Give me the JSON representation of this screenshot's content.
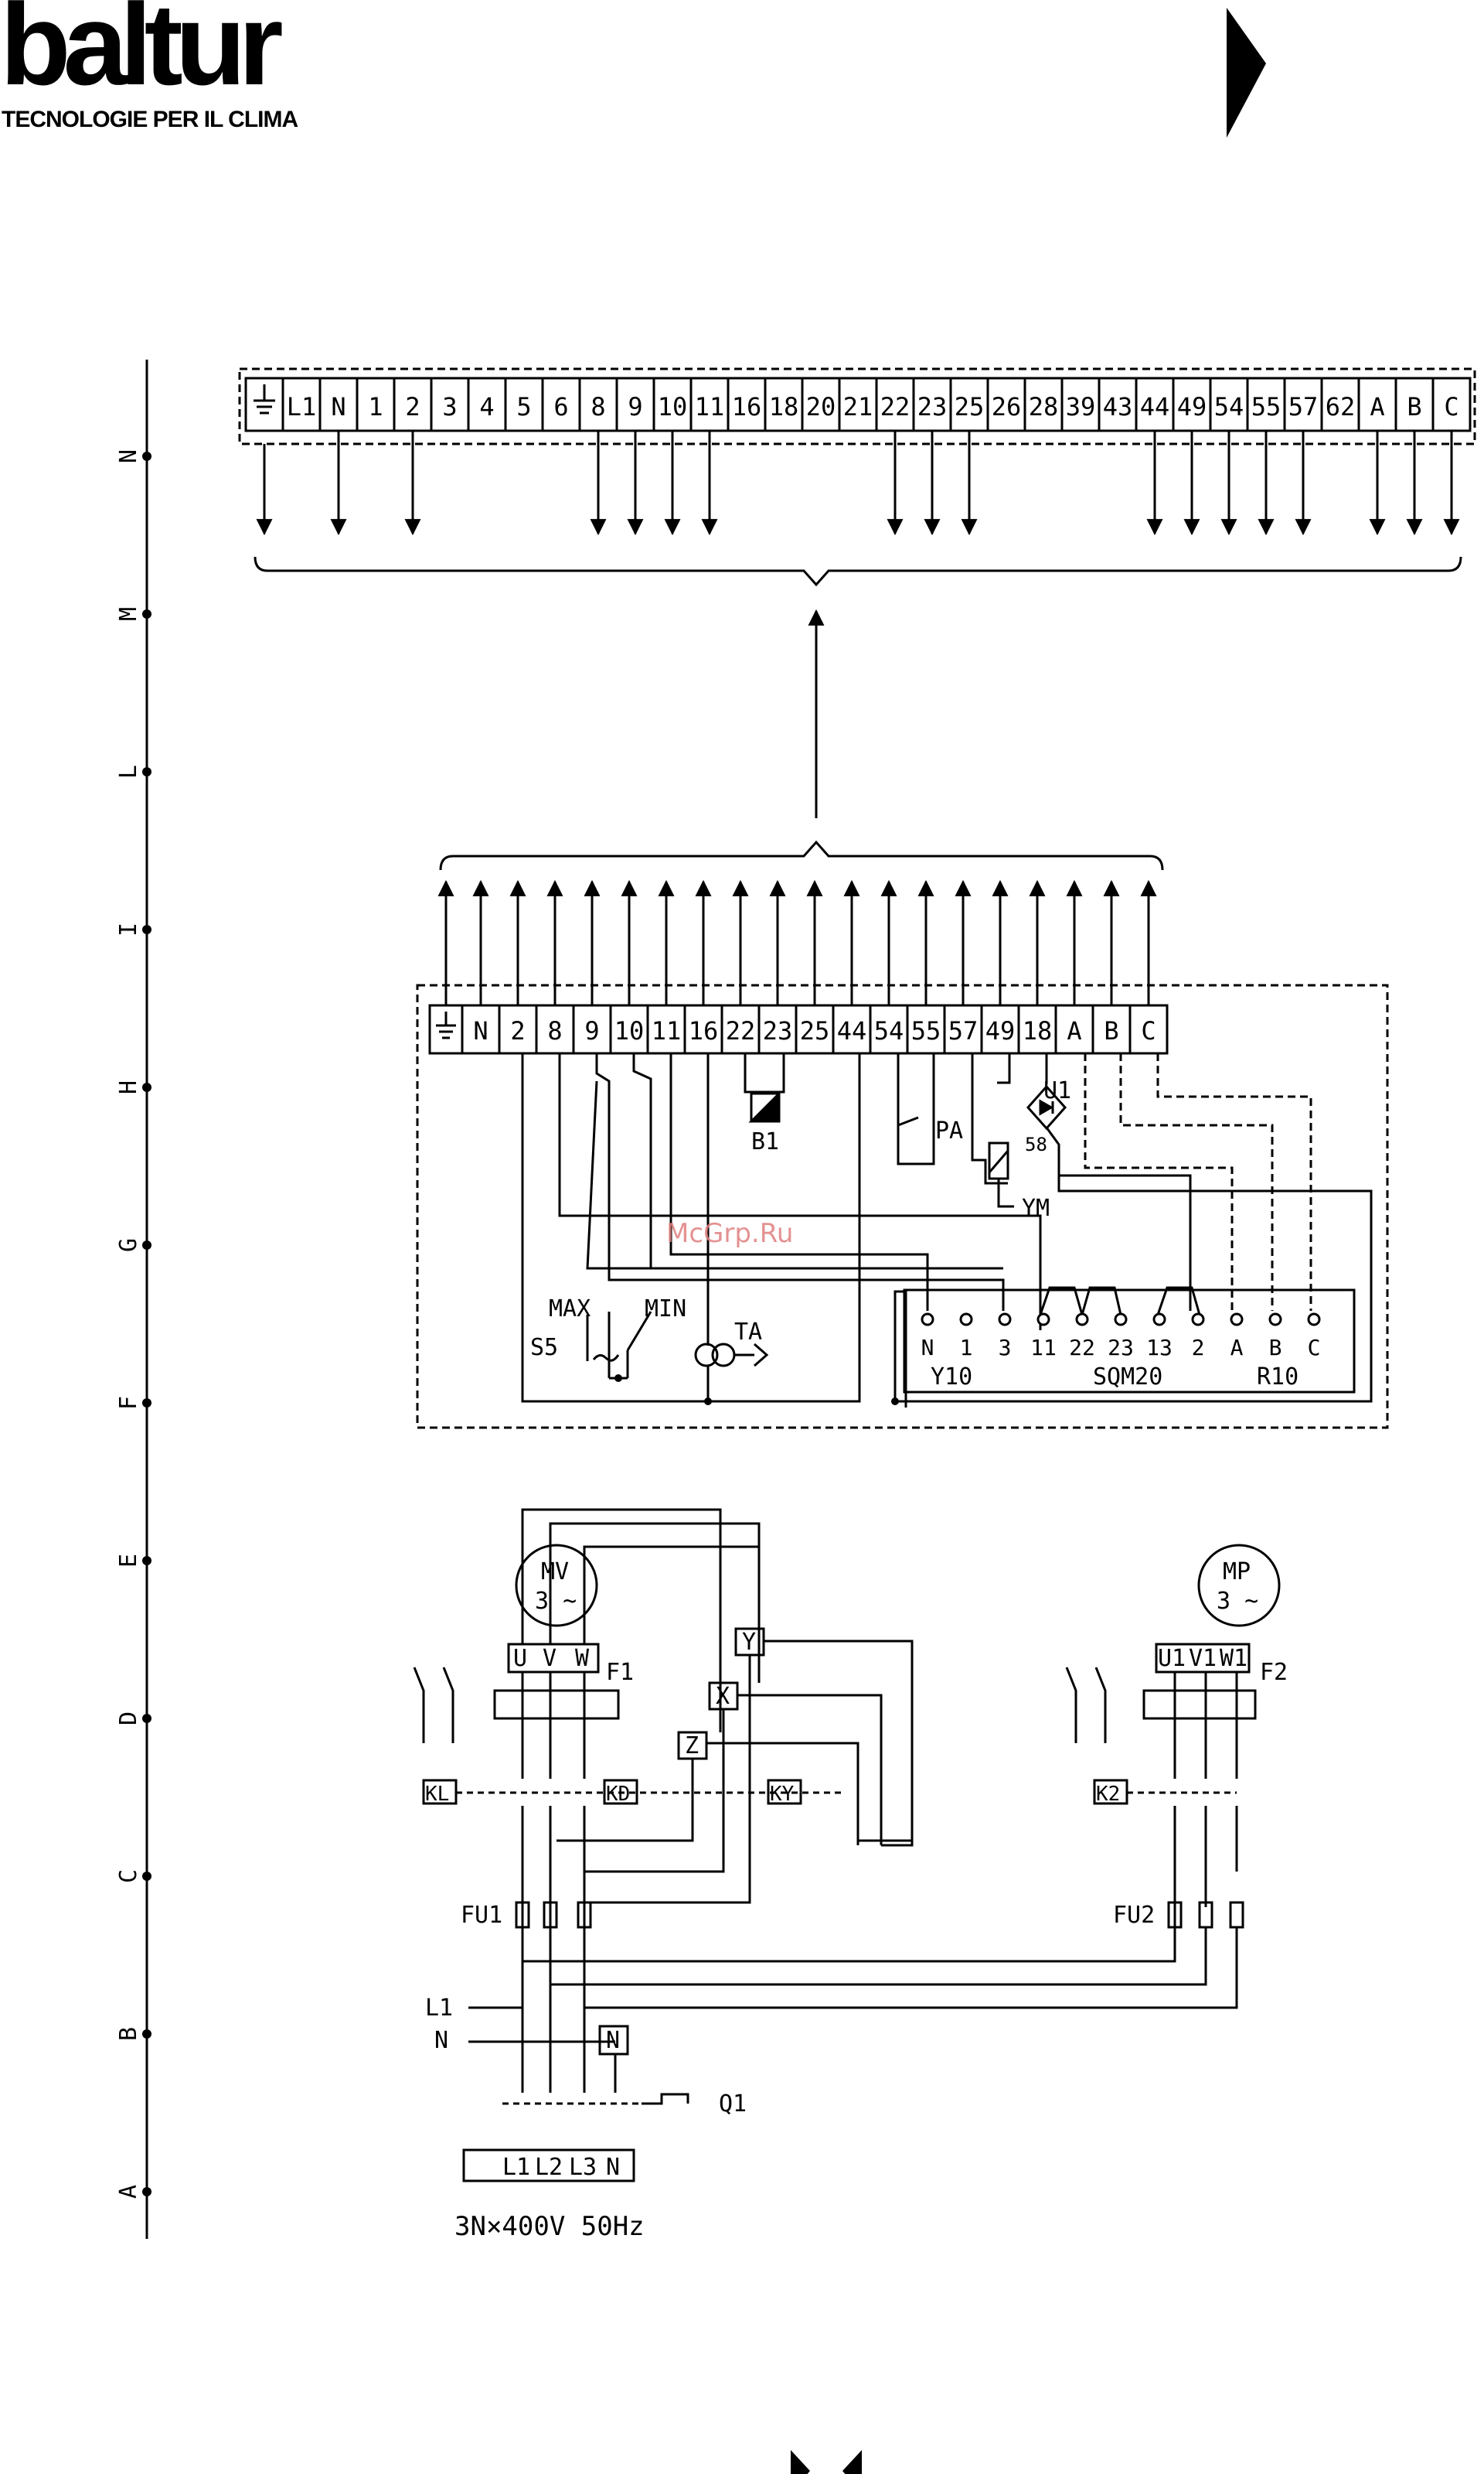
{
  "brand": {
    "logo_text": "baltur",
    "tagline": "TECNOLOGIE PER IL CLIMA",
    "watermark": "McGrp.Ru"
  },
  "row_markers": [
    "N",
    "M",
    "L",
    "I",
    "H",
    "G",
    "F",
    "E",
    "D",
    "C",
    "B",
    "A"
  ],
  "top_terminal_strip": [
    "L1",
    "N",
    "1",
    "2",
    "3",
    "4",
    "5",
    "6",
    "8",
    "9",
    "10",
    "11",
    "16",
    "18",
    "20",
    "21",
    "22",
    "23",
    "25",
    "26",
    "28",
    "39",
    "43",
    "44",
    "49",
    "54",
    "55",
    "57",
    "62",
    "A",
    "B",
    "C"
  ],
  "burner_terminal_strip": [
    "N",
    "2",
    "8",
    "9",
    "10",
    "11",
    "16",
    "22",
    "23",
    "25",
    "44",
    "54",
    "55",
    "57",
    "49",
    "18",
    "A",
    "B",
    "C"
  ],
  "control_box": {
    "terminals": [
      "N",
      "1",
      "3",
      "11",
      "22",
      "23",
      "13",
      "2",
      "A",
      "B",
      "C"
    ],
    "labels": [
      "Y10",
      "SQM20",
      "R10"
    ]
  },
  "components": {
    "b1": "B1",
    "pa": "PA",
    "u1": "U1",
    "u1_58": "58",
    "ym": "YM",
    "max": "MAX",
    "min": "MIN",
    "s5": "S5",
    "ta": "TA"
  },
  "power": {
    "mv": "MV",
    "mp": "MP",
    "motor_phase": "3 ~",
    "mv_terminals": [
      "U",
      "V",
      "W"
    ],
    "mp_terminals": [
      "U1",
      "V1",
      "W1"
    ],
    "f1": "F1",
    "f2": "F2",
    "star_delta": [
      "Y",
      "X",
      "Z"
    ],
    "contactors": [
      "KL",
      "KD",
      "KY",
      "K2"
    ],
    "fu1": "FU1",
    "fu2": "FU2",
    "l1": "L1",
    "n": "N",
    "n_box": "N",
    "q1": "Q1",
    "supply_terminals": [
      "L1",
      "L2",
      "L3",
      "N"
    ],
    "supply_rating": "3N×400V 50Hz"
  }
}
